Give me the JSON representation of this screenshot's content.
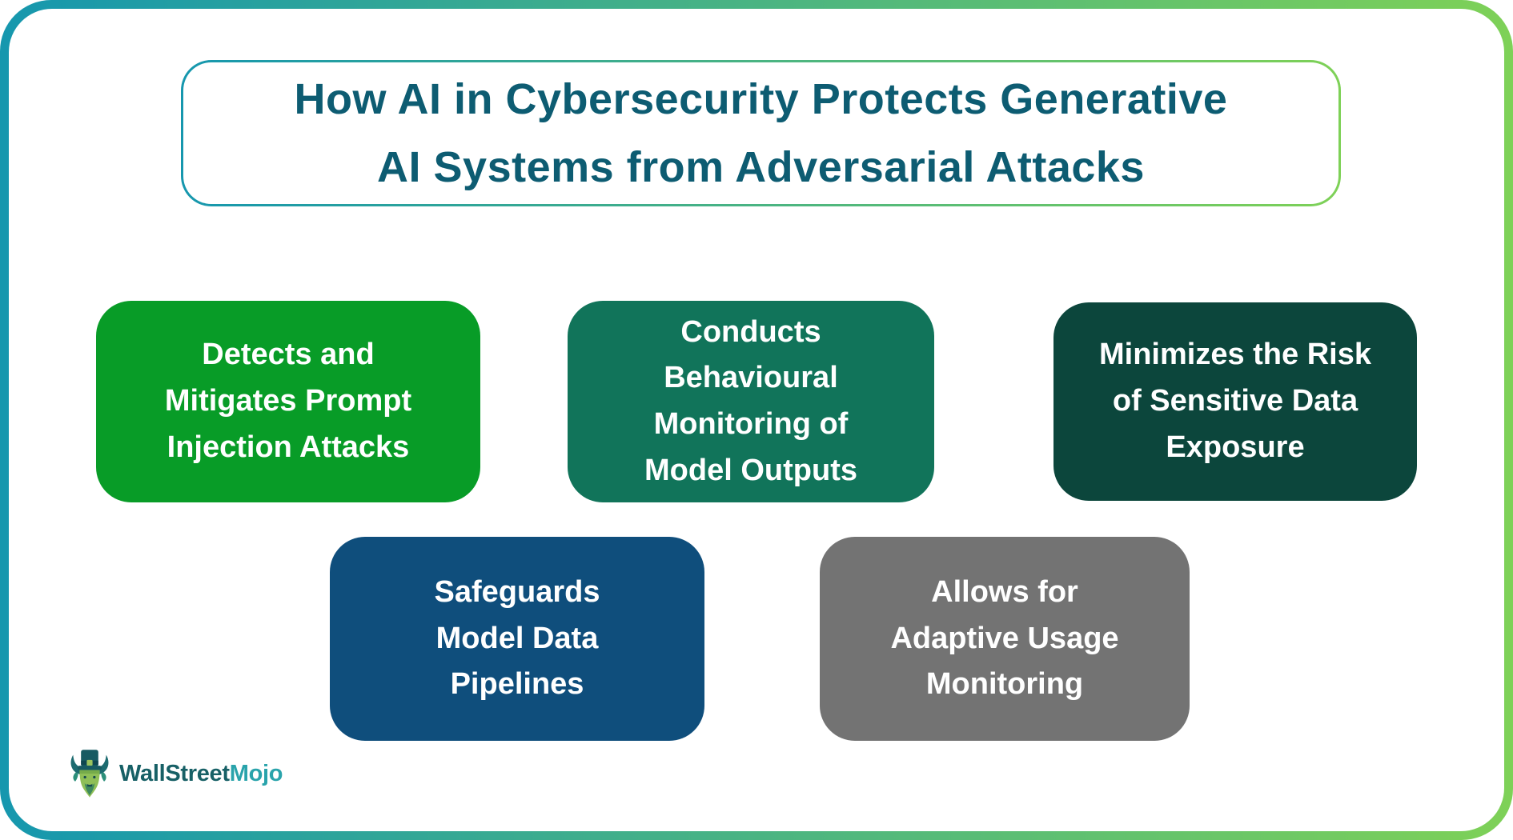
{
  "page": {
    "title": "How AI in Cybersecurity Protects Generative\nAI Systems from Adversarial Attacks"
  },
  "cards": [
    {
      "id": "prompt-injection",
      "label": "Detects and\nMitigates Prompt\nInjection Attacks",
      "color": "#089c27"
    },
    {
      "id": "behaviour-monitoring",
      "label": "Conducts\nBehavioural\nMonitoring of\nModel Outputs",
      "color": "#11745a"
    },
    {
      "id": "data-exposure",
      "label": "Minimizes the Risk\nof Sensitive Data\nExposure",
      "color": "#0c463c"
    },
    {
      "id": "data-pipelines",
      "label": "Safeguards\nModel Data\nPipelines",
      "color": "#0f4e7c"
    },
    {
      "id": "usage-monitoring",
      "label": "Allows for\nAdaptive Usage\nMonitoring",
      "color": "#737373"
    }
  ],
  "branding": {
    "brand_primary": "WallStreet",
    "brand_accent": "Mojo",
    "brand_primary_color": "#176066",
    "brand_accent_color": "#29a3ab"
  },
  "theme": {
    "border_gradient_start": "#1697ae",
    "border_gradient_end": "#7ed157",
    "title_color": "#0d5c72",
    "card_text_color": "#ffffff"
  }
}
